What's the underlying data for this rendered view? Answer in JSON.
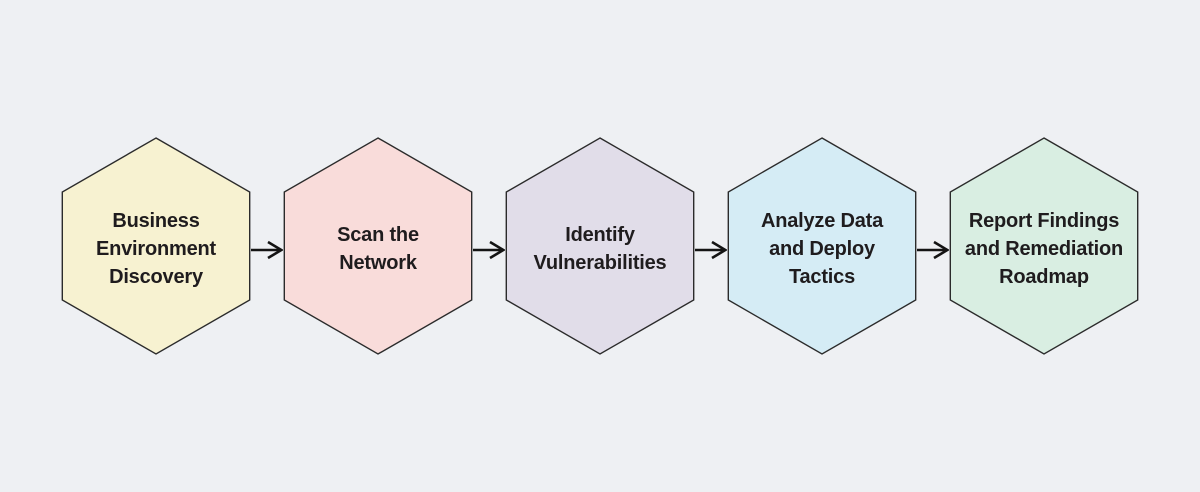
{
  "diagram": {
    "type": "flowchart",
    "direction": "left-to-right",
    "background_color": "#eef0f3",
    "node_shape": "hexagon",
    "node_border_color": "#2b2b2b",
    "arrow_color": "#141414",
    "text_color": "#1f1c1e",
    "steps": [
      {
        "label": [
          "Business",
          "Environment",
          "Discovery"
        ],
        "fill": "#f7f2d1"
      },
      {
        "label": [
          "Scan the",
          "Network"
        ],
        "fill": "#f9dcda"
      },
      {
        "label": [
          "Identify",
          "Vulnerabilities"
        ],
        "fill": "#e1dde9"
      },
      {
        "label": [
          "Analyze Data",
          "and Deploy",
          "Tactics"
        ],
        "fill": "#d5ecf5"
      },
      {
        "label": [
          "Report Findings",
          "and Remediation",
          "Roadmap"
        ],
        "fill": "#d9eee2"
      }
    ]
  }
}
